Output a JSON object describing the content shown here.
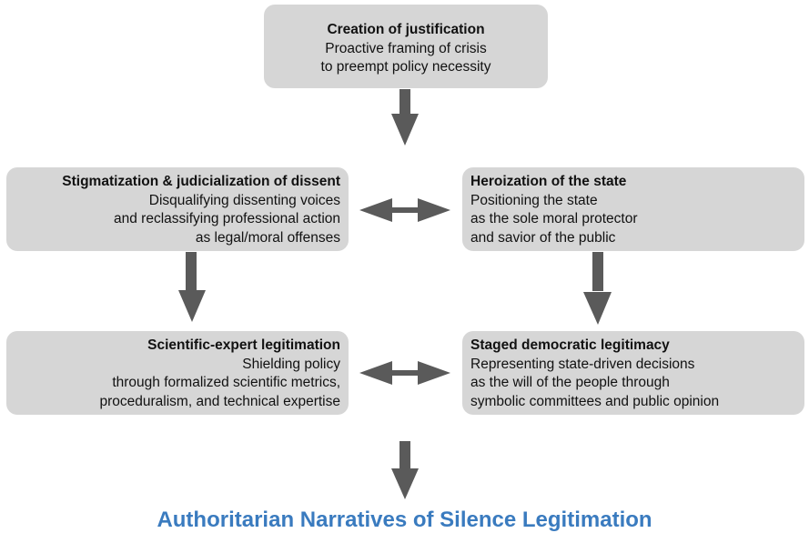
{
  "diagram": {
    "colors": {
      "box_fill": "#d6d6d6",
      "arrow": "#5a5a5a",
      "final_title": "#3a7bbf"
    },
    "nodes": {
      "top": {
        "title": "Creation of justification",
        "lines": [
          "Proactive framing of crisis",
          "to preempt policy necessity"
        ]
      },
      "middle_left": {
        "title": "Stigmatization & judicialization of dissent",
        "lines": [
          "Disqualifying dissenting voices",
          "and reclassifying professional action",
          "as legal/moral offenses"
        ]
      },
      "middle_right": {
        "title": "Heroization of the state",
        "lines": [
          "Positioning the state",
          "as the sole moral protector",
          "and savior of the public"
        ]
      },
      "bottom_left": {
        "title": "Scientific-expert legitimation",
        "lines": [
          "Shielding policy",
          "through formalized scientific metrics,",
          "proceduralism, and technical expertise"
        ]
      },
      "bottom_right": {
        "title": "Staged democratic legitimacy",
        "lines": [
          "Representing state-driven decisions",
          "as the will of the people through",
          "symbolic committees and public opinion"
        ]
      }
    },
    "edges": [
      {
        "from": "top",
        "to": "middle_row",
        "type": "down"
      },
      {
        "from": "middle_left",
        "to": "middle_right",
        "type": "bidirectional"
      },
      {
        "from": "middle_left",
        "to": "bottom_left",
        "type": "down"
      },
      {
        "from": "middle_right",
        "to": "bottom_right",
        "type": "down"
      },
      {
        "from": "bottom_left",
        "to": "bottom_right",
        "type": "bidirectional"
      },
      {
        "from": "bottom_row",
        "to": "final",
        "type": "down"
      }
    ],
    "final_title": "Authoritarian Narratives of Silence Legitimation"
  }
}
